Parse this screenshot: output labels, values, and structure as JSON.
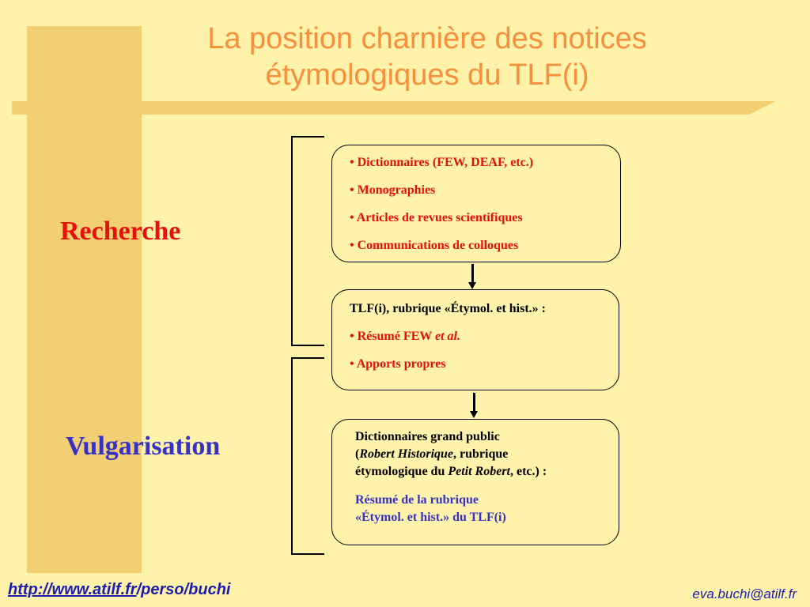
{
  "title": {
    "line1": "La position charnière des notices",
    "line2": "étymologiques du TLF(i)"
  },
  "labels": {
    "recherche": "Recherche",
    "vulgarisation": "Vulgarisation"
  },
  "box1": {
    "items": [
      "• Dictionnaires (FEW, DEAF, etc.)",
      "• Monographies",
      "• Articles de revues scientifiques",
      "• Communications de colloques"
    ]
  },
  "box2": {
    "heading": "TLF(i), rubrique «Étymol. et hist.» :",
    "item1_prefix": "• Résumé FEW ",
    "item1_italic": "et al.",
    "item2": "• Apports propres"
  },
  "box3": {
    "line1": "Dictionnaires grand public",
    "line2_open": "(",
    "line2_italic": "Robert Historique",
    "line2_rest": ", rubrique",
    "line3_prefix": "étymologique du ",
    "line3_italic": "Petit Robert",
    "line3_rest": ", etc.) :",
    "blue_line1": "Résumé de la rubrique",
    "blue_line2": "«Étymol. et hist.» du TLF(i)"
  },
  "footer": {
    "url_main": "http://www.atilf.fr",
    "url_path": "/perso/buchi",
    "email": "eva.buchi@atilf.fr"
  },
  "colors": {
    "background": "#FFF2AA",
    "band": "#F2CF72",
    "title": "#F7903D",
    "red": "#E8100C",
    "blue": "#3732C4",
    "footer": "#1C1CB0"
  }
}
